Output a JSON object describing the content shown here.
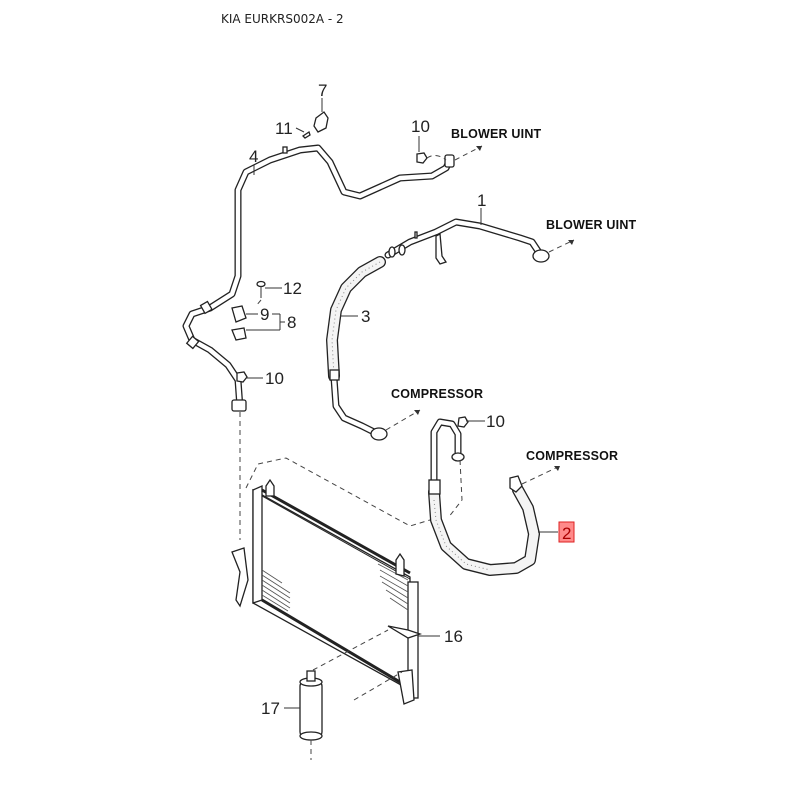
{
  "title": "KIA EURKRS002A - 2",
  "labels": {
    "blower_unit_1": "BLOWER UINT",
    "blower_unit_2": "BLOWER UINT",
    "compressor_1": "COMPRESSOR",
    "compressor_2": "COMPRESSOR"
  },
  "callouts": {
    "c1": "1",
    "c2": "2",
    "c3": "3",
    "c4": "4",
    "c7": "7",
    "c8": "8",
    "c9": "9",
    "c10a": "10",
    "c10b": "10",
    "c10c": "10",
    "c11": "11",
    "c12": "12",
    "c16": "16",
    "c17": "17"
  },
  "highlight": {
    "part": "2",
    "color": "#ff8a8a"
  }
}
